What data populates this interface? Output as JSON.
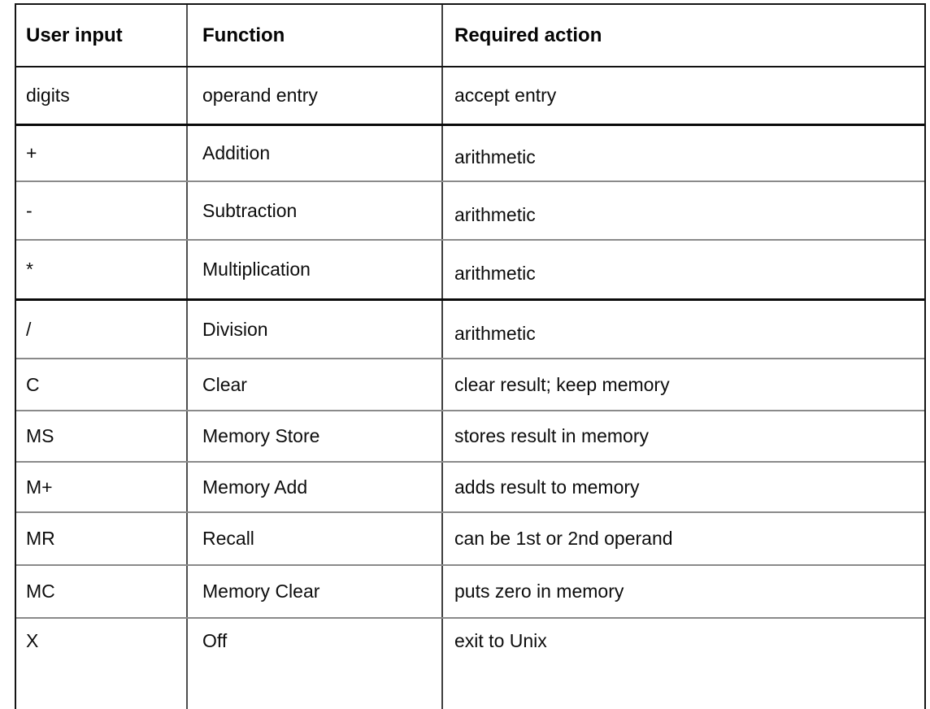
{
  "table": {
    "columns": [
      {
        "label": "User input"
      },
      {
        "label": "Function"
      },
      {
        "label": "Required action"
      }
    ],
    "rows": [
      {
        "input": "digits",
        "function": "operand entry",
        "action": "accept entry"
      },
      {
        "input": "+",
        "function": "Addition",
        "action": "arithmetic"
      },
      {
        "input": "-",
        "function": "Subtraction",
        "action": "arithmetic"
      },
      {
        "input": "*",
        "function": "Multiplication",
        "action": "arithmetic"
      },
      {
        "input": "/",
        "function": "Division",
        "action": "arithmetic"
      },
      {
        "input": "C",
        "function": "Clear",
        "action": "clear result; keep memory"
      },
      {
        "input": "MS",
        "function": "Memory Store",
        "action": "stores result in memory"
      },
      {
        "input": "M+",
        "function": "Memory Add",
        "action": "adds result to memory"
      },
      {
        "input": "MR",
        "function": "Recall",
        "action": "can be 1st or 2nd operand"
      },
      {
        "input": "MC",
        "function": "Memory Clear",
        "action": "puts zero in memory"
      },
      {
        "input": "X",
        "function": "Off",
        "action": "exit to Unix"
      }
    ]
  }
}
